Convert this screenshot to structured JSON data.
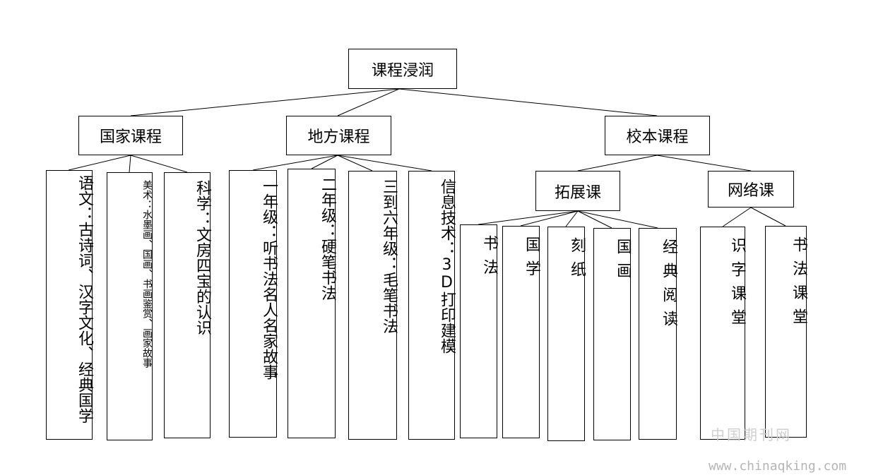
{
  "root": "课程浸润",
  "level1": {
    "national": "国家课程",
    "local": "地方课程",
    "school": "校本课程"
  },
  "level2_school": {
    "expansion": "拓展课",
    "online": "网络课"
  },
  "leaves": {
    "chinese": "语文：古诗词、汉字文化、经典国学",
    "art": "美术：水墨画、国画、书画鉴赏、画家故事",
    "science": "科学：文房四宝的认识",
    "grade1": "一年级：听书法名人名家故事",
    "grade2": "二年级：硬笔书法",
    "grade3to6": "三到六年级：毛笔书法",
    "it": "信息技术：3D打印建模",
    "calligraphy": "书法",
    "sinology": "国学",
    "papercut": "刻纸",
    "painting": "国画",
    "classics": "经典阅读",
    "literacy": "识字课堂",
    "calligraphy_class": "书法课堂"
  },
  "watermark": {
    "cn": "中国期刊网",
    "url": "www.chinaqking.com"
  }
}
